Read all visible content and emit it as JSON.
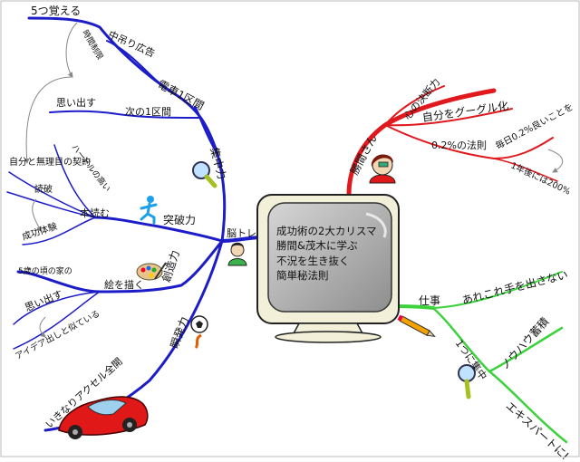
{
  "center": {
    "lines": [
      "成功術の2大カリスマ",
      "勝間&茂木に学ぶ",
      "不況を生き抜く",
      "簡単秘法則"
    ]
  },
  "branches": {
    "brain": {
      "label": "脳トレ",
      "color": "#1c1cc8",
      "focus": {
        "label": "集中力",
        "memorize": {
          "label": "5つ覚える",
          "limit": "時間制限"
        },
        "ad": "中吊り広告",
        "train": "電車1区間",
        "next": "次の1区間",
        "recall": "思い出す"
      },
      "breakthrough": {
        "label": "突破力",
        "read": "本読む",
        "hurdle": "ハードルの高い",
        "contract": "自分と無理目の契約",
        "skim": "読破",
        "success": "成功体験"
      },
      "creativity": {
        "label": "創造力",
        "draw": "絵を描く",
        "home": "5歳の頃の家の",
        "recall": "思い出す",
        "idea": "アイデア出しと似ている"
      },
      "burst": {
        "label": "瞬発力",
        "accel": "いきなりアクセル全開"
      }
    },
    "katsuma": {
      "label": "勝間さん",
      "color": "#e0191e",
      "decision": "心の決断力",
      "google": "自分をグーグル化",
      "rule": "0.2%の法則",
      "daily": "毎日0.2%良いことを",
      "year": "1年後には200%"
    },
    "work": {
      "label": "仕事",
      "color": "#3cd23c",
      "everything": "あれこれ手を出さない",
      "focusone": "1つに集中",
      "knowhow": "ノウハウ蓄積",
      "expert": "エキスパートに!"
    }
  }
}
